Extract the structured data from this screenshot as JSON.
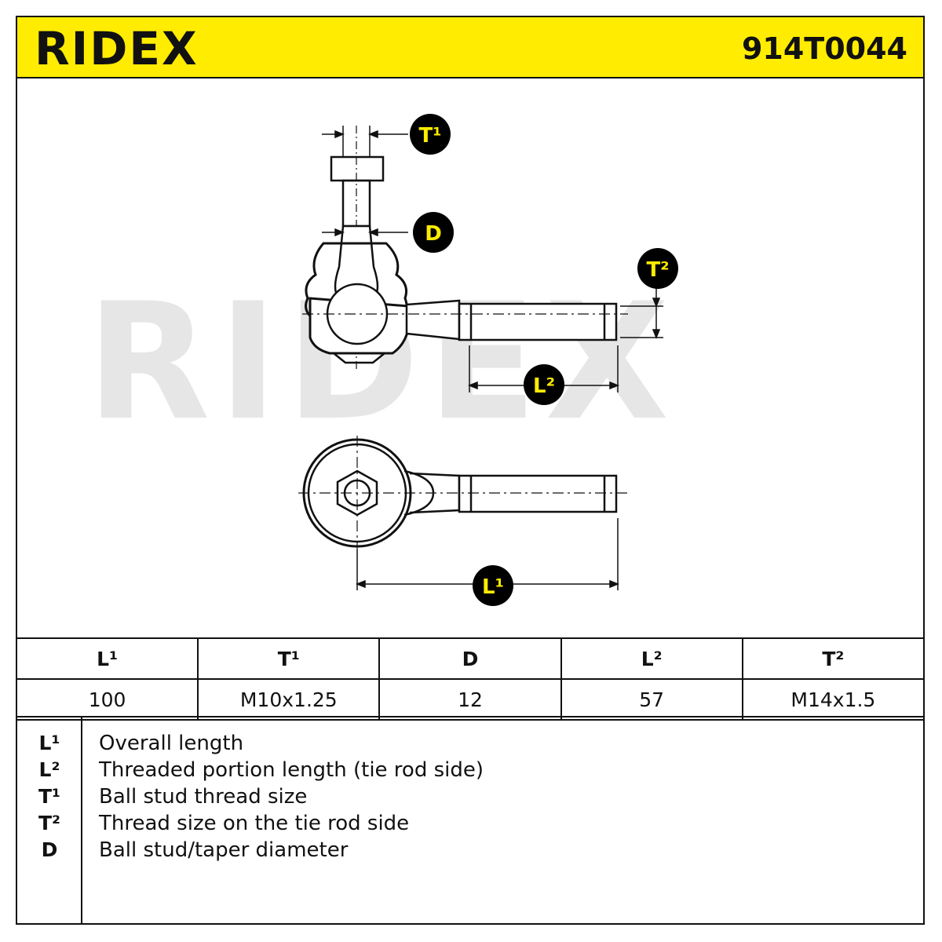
{
  "header": {
    "brand": "RIDEX",
    "part_number": "914T0044"
  },
  "diagram": {
    "watermark": "RIDEX",
    "callouts": {
      "t1": "T¹",
      "d": "D",
      "t2": "T²",
      "l2": "L²",
      "l1": "L¹"
    }
  },
  "specs": {
    "headers": [
      "L¹",
      "T¹",
      "D",
      "L²",
      "T²"
    ],
    "values": [
      "100",
      "M10x1.25",
      "12",
      "57",
      "M14x1.5"
    ]
  },
  "legend": [
    {
      "key": "L¹",
      "text": "Overall length"
    },
    {
      "key": "L²",
      "text": "Threaded portion length (tie rod side)"
    },
    {
      "key": "T¹",
      "text": "Ball stud thread size"
    },
    {
      "key": "T²",
      "text": "Thread size on the tie rod side"
    },
    {
      "key": "D",
      "text": "Ball stud/taper diameter"
    }
  ],
  "colors": {
    "header_bg": "#ffec00",
    "callout_bg": "#000000",
    "callout_text": "#ffec00",
    "watermark": "#e6e6e6"
  }
}
